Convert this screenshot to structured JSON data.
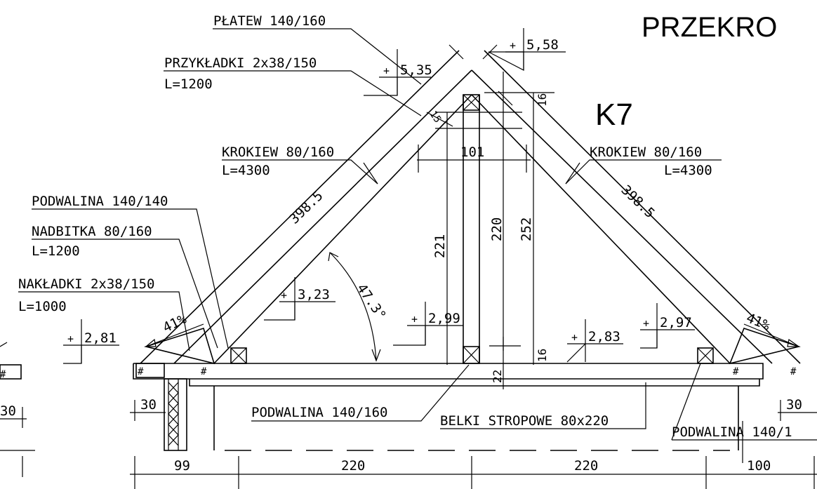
{
  "title": "PRZEKRO",
  "truss_id": "K7",
  "labels": {
    "platew": "PŁATEW 140/160",
    "przykladki": "PRZYKŁADKI 2x38/150",
    "przykladki_len": "L=1200",
    "krokiew_left": "KROKIEW 80/160",
    "krokiew_left_len": "L=4300",
    "krokiew_right": "KROKIEW 80/160",
    "krokiew_right_len": "L=4300",
    "podwalina_140_140": "PODWALINA 140/140",
    "nadbitka": "NADBITKA 80/160",
    "nadbitka_len": "L=1200",
    "nakladki": "NAKŁADKI 2x38/150",
    "nakladki_len": "L=1000",
    "podwalina_140_160": "PODWALINA 140/160",
    "belki": "BELKI STROPOWE 80x220",
    "podwalina_right": "PODWALINA 140/1"
  },
  "levels": {
    "l_558": "5,58",
    "l_535": "5,35",
    "l_323": "3,23",
    "l_299": "2,99",
    "l_297": "2,97",
    "l_283": "2,83",
    "l_281": "2,81",
    "plus": "+"
  },
  "dimensions": {
    "rafter_left": "398.5",
    "rafter_right": "398.5",
    "angle": "47.3°",
    "slope_left": "41%",
    "slope_right": "41%",
    "d101": "101",
    "d221": "221",
    "d220v": "220",
    "d252": "252",
    "d16_top": "16",
    "d16": "16",
    "d22": "22",
    "d15": "15",
    "d30_left": "30",
    "d30_right": "30",
    "d30_edge": "30",
    "d99": "99",
    "d220_left": "220",
    "d220_right": "220",
    "d100": "100"
  }
}
